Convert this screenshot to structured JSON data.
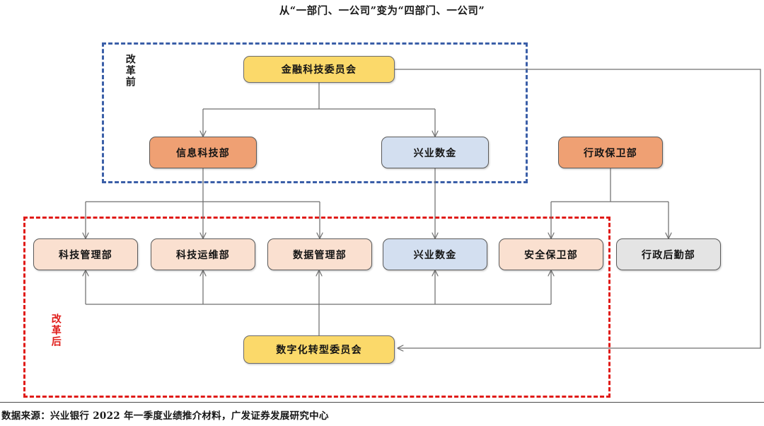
{
  "title": "从“一部门、一公司”变为“四部门、一公司”",
  "footer": {
    "source": "数据来源：兴业银行 2022 年一季度业绩推介材料，广发证券发展研究中心"
  },
  "phases": {
    "before": {
      "label": "改革前",
      "frame_color": "#3B5FA8"
    },
    "after": {
      "label": "改革后",
      "frame_color": "#E01B18"
    }
  },
  "palette": {
    "yellow": "#FBD96A",
    "orange": "#EFA073",
    "blue": "#D3DFF0",
    "peach": "#FAE0D0",
    "gray": "#E4E4E4",
    "connector": "#6f6f6f"
  },
  "nodes": {
    "before_committee": "金融科技委员会",
    "before_it_dept": "信息科技部",
    "before_digital_co": "兴业数金",
    "admin_security": "行政保卫部",
    "after_tech_mgmt": "科技管理部",
    "after_tech_ops": "科技运维部",
    "after_data_mgmt": "数据管理部",
    "after_digital_co": "兴业数金",
    "after_security": "安全保卫部",
    "after_admin_log": "行政后勤部",
    "after_committee": "数字化转型委员会"
  },
  "chart_data": {
    "type": "diagram",
    "title": "从“一部门、一公司”变为“四部门、一公司”",
    "groups": [
      {
        "name": "改革前",
        "frame": "blue-dashed",
        "members": [
          "金融科技委员会",
          "信息科技部",
          "兴业数金"
        ]
      },
      {
        "name": "改革后",
        "frame": "red-dashed",
        "members": [
          "科技管理部",
          "科技运维部",
          "数据管理部",
          "兴业数金",
          "安全保卫部",
          "数字化转型委员会"
        ]
      }
    ],
    "outside_nodes": [
      "行政保卫部",
      "行政后勤部"
    ],
    "edges": [
      {
        "from": "金融科技委员会",
        "to": "信息科技部"
      },
      {
        "from": "金融科技委员会",
        "to": "兴业数金"
      },
      {
        "from": "金融科技委员会",
        "to": "数字化转型委员会"
      },
      {
        "from": "信息科技部",
        "to": "科技管理部"
      },
      {
        "from": "信息科技部",
        "to": "科技运维部"
      },
      {
        "from": "信息科技部",
        "to": "数据管理部"
      },
      {
        "from": "兴业数金",
        "to": "兴业数金"
      },
      {
        "from": "行政保卫部",
        "to": "安全保卫部"
      },
      {
        "from": "行政保卫部",
        "to": "行政后勤部"
      },
      {
        "from": "数字化转型委员会",
        "to": "科技管理部"
      },
      {
        "from": "数字化转型委员会",
        "to": "科技运维部"
      },
      {
        "from": "数字化转型委员会",
        "to": "数据管理部"
      },
      {
        "from": "数字化转型委员会",
        "to": "兴业数金"
      },
      {
        "from": "数字化转型委员会",
        "to": "安全保卫部"
      }
    ]
  }
}
